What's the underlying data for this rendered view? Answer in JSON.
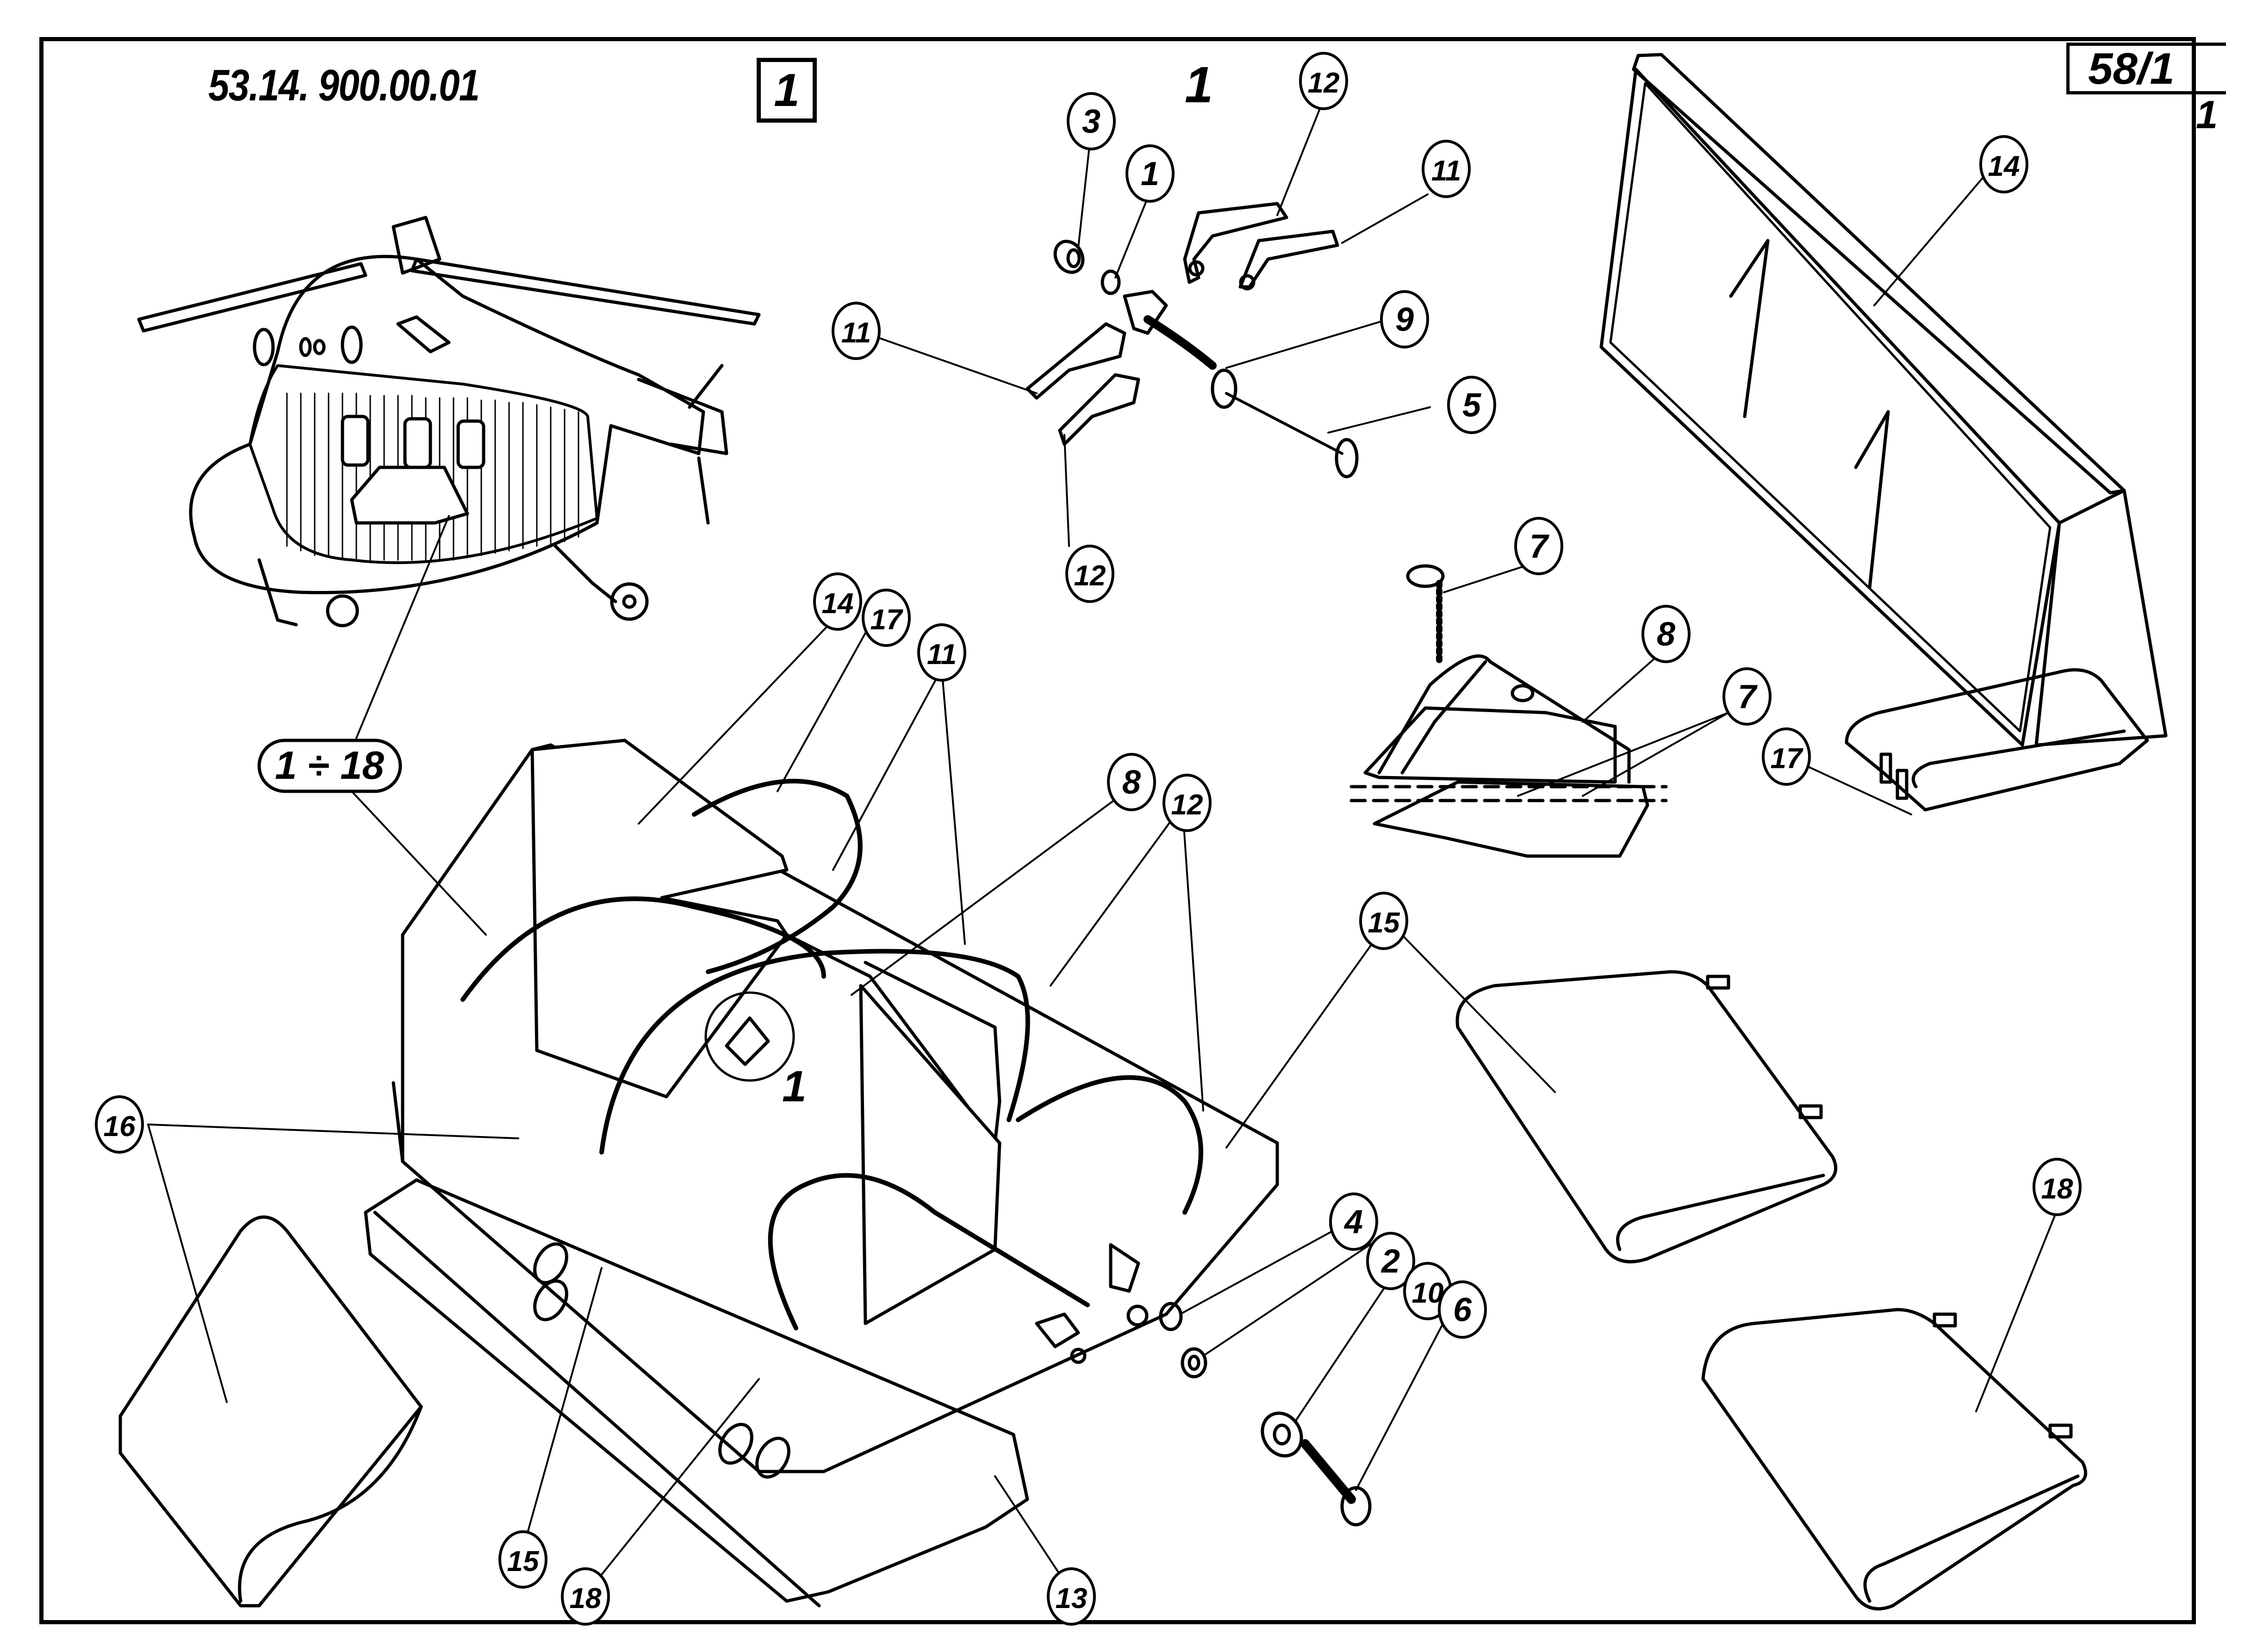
{
  "header": {
    "drawing_number": "53.14. 900.00.01",
    "figure_box_number": "1",
    "view_label": "1",
    "sheet_reference": "58/1",
    "sheet_sub_number": "1"
  },
  "range_callout": {
    "label": "1 ÷ 18"
  },
  "detail_view": {
    "marker_label": "1"
  },
  "callouts": [
    {
      "id": "c3",
      "label": "3"
    },
    {
      "id": "c1",
      "label": "1"
    },
    {
      "id": "c12a",
      "label": "12"
    },
    {
      "id": "c11a",
      "label": "11"
    },
    {
      "id": "c11b",
      "label": "11"
    },
    {
      "id": "c9",
      "label": "9"
    },
    {
      "id": "c5",
      "label": "5"
    },
    {
      "id": "c12b",
      "label": "12"
    },
    {
      "id": "c14a",
      "label": "14"
    },
    {
      "id": "c7a",
      "label": "7"
    },
    {
      "id": "c8a",
      "label": "8"
    },
    {
      "id": "c7b",
      "label": "7"
    },
    {
      "id": "c17a",
      "label": "17"
    },
    {
      "id": "c14b",
      "label": "14"
    },
    {
      "id": "c17b",
      "label": "17"
    },
    {
      "id": "c11c",
      "label": "11"
    },
    {
      "id": "c8b",
      "label": "8"
    },
    {
      "id": "c12c",
      "label": "12"
    },
    {
      "id": "c15a",
      "label": "15"
    },
    {
      "id": "c16",
      "label": "16"
    },
    {
      "id": "c4",
      "label": "4"
    },
    {
      "id": "c2",
      "label": "2"
    },
    {
      "id": "c10",
      "label": "10"
    },
    {
      "id": "c6",
      "label": "6"
    },
    {
      "id": "c18a",
      "label": "18"
    },
    {
      "id": "c15b",
      "label": "15"
    },
    {
      "id": "c18b",
      "label": "18"
    },
    {
      "id": "c13",
      "label": "13"
    }
  ]
}
